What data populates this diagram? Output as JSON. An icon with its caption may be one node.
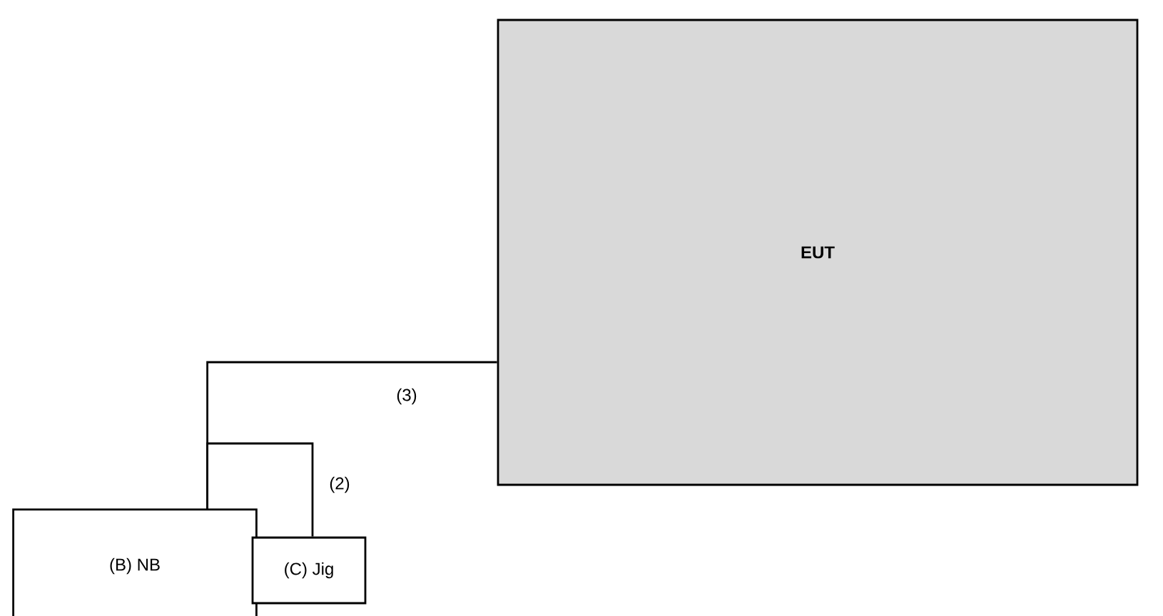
{
  "diagram": {
    "nodes": [
      {
        "text": [
          "EUT"
        ]
      },
      {
        "text": [
          "(B) NB"
        ]
      },
      {
        "text": [
          "(C) Jig"
        ]
      }
    ],
    "edges": [
      {
        "from": 1,
        "to": 0,
        "arrow": "none",
        "label": "(3)"
      },
      {
        "from": 1,
        "to": 2,
        "arrow": "none",
        "label": "(2)"
      }
    ]
  }
}
